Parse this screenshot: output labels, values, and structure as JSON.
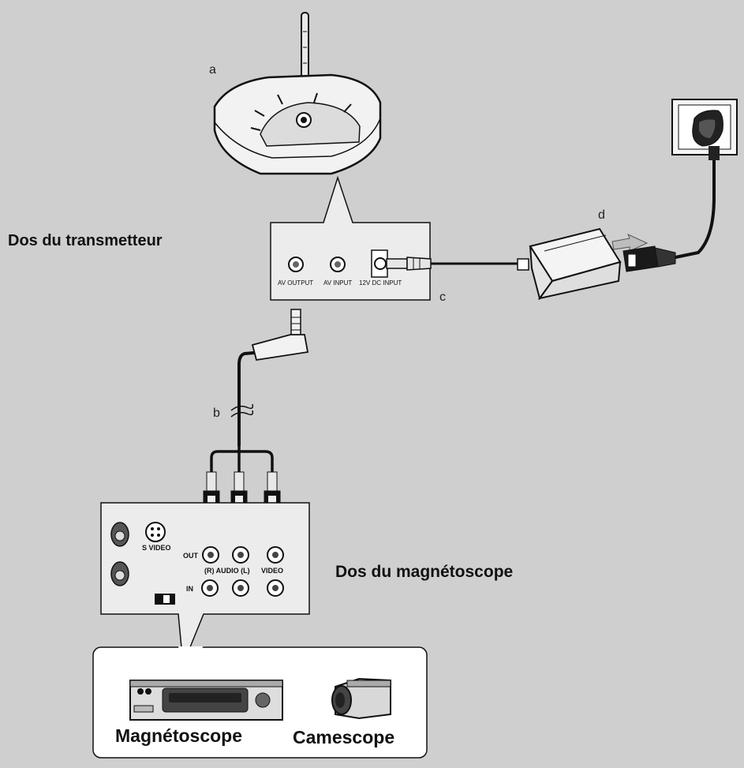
{
  "callouts": {
    "a": "a",
    "b": "b",
    "c": "c",
    "d": "d"
  },
  "sections": {
    "transmitter_back": "Dos du transmetteur",
    "vcr_back": "Dos du magnétoscope"
  },
  "transmitter_panel": {
    "av_output": "AV OUTPUT",
    "av_input": "AV INPUT",
    "dc_input": "12V DC INPUT"
  },
  "vcr_panel": {
    "s_video": "S VIDEO",
    "out": "OUT",
    "in": "IN",
    "audio": "(R) AUDIO (L)",
    "video": "VIDEO"
  },
  "devices": {
    "vcr": "Magnétoscope",
    "camcorder": "Camescope"
  },
  "colors": {
    "background": "#cfcfcf",
    "panel": "#ececec",
    "line": "#111111"
  }
}
